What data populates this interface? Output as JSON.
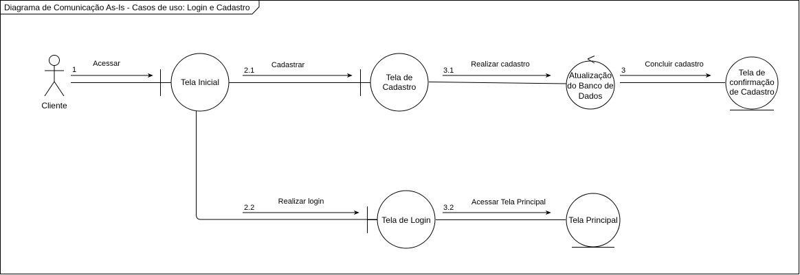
{
  "frame": {
    "title": "Diagrama de Comunicação As-Is - Casos de uso: Login e Cadastro"
  },
  "actor": {
    "name": "Cliente"
  },
  "nodes": {
    "tela_inicial": [
      "Tela Inicial"
    ],
    "tela_cadastro": [
      "Tela de",
      "Cadastro"
    ],
    "atualizacao_bd": [
      "Atualização",
      "do Banco de",
      "Dados"
    ],
    "tela_confirmacao": [
      "Tela de",
      "confirmação",
      "de Cadastro"
    ],
    "tela_login": [
      "Tela de Login"
    ],
    "tela_principal": [
      "Tela Principal"
    ]
  },
  "messages": {
    "m1": {
      "number": "1",
      "label": "Acessar"
    },
    "m21": {
      "number": "2.1",
      "label": "Cadastrar"
    },
    "m31": {
      "number": "3.1",
      "label": "Realizar cadastro"
    },
    "m3": {
      "number": "3",
      "label": "Concluir cadastro"
    },
    "m22": {
      "number": "2.2",
      "label": "Realizar login"
    },
    "m32": {
      "number": "3.2",
      "label": "Acessar Tela Principal"
    }
  },
  "colors": {
    "stroke": "#000000",
    "background": "#ffffff"
  }
}
